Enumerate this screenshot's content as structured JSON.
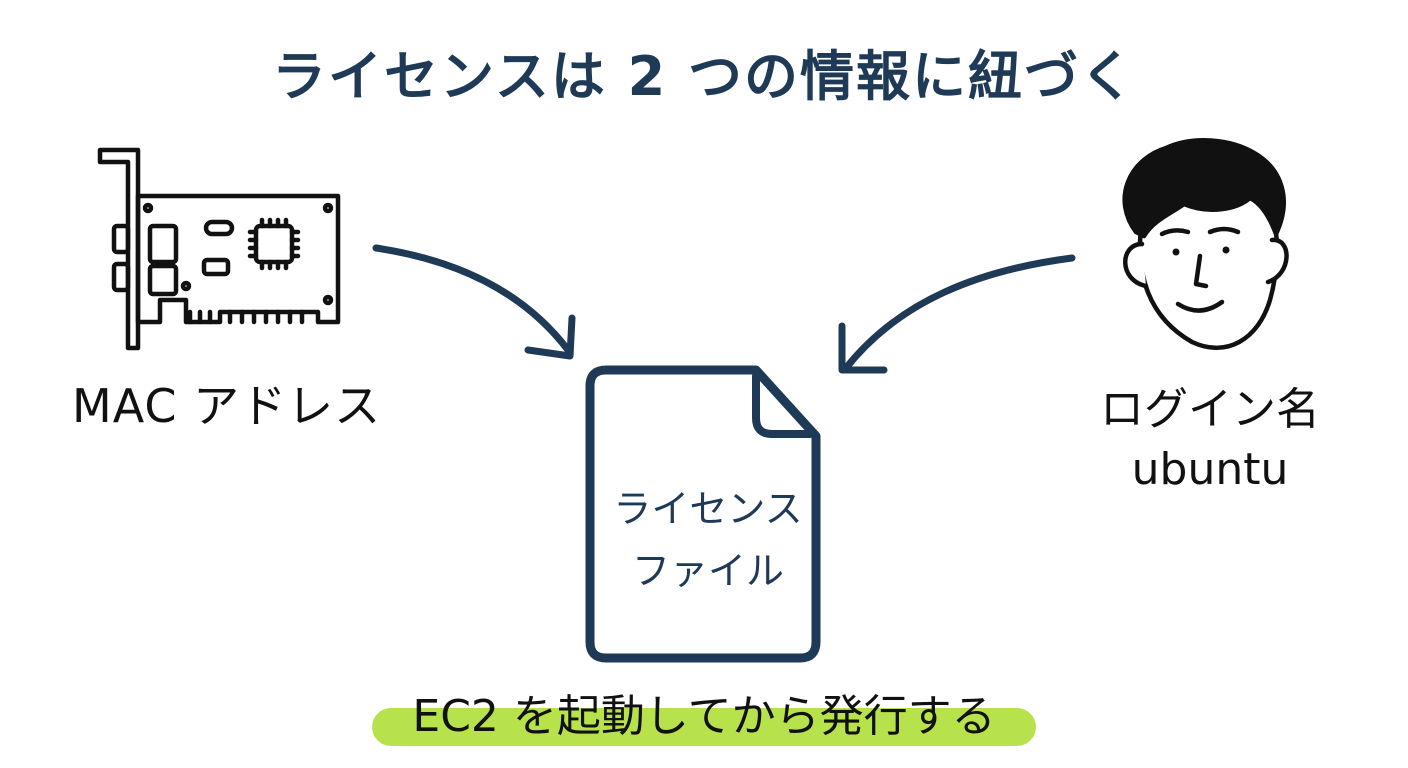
{
  "title": "ライセンスは 2 つの情報に紐づく",
  "left_item": {
    "label": "MAC アドレス",
    "icon": "network-card-icon"
  },
  "right_item": {
    "label_line1": "ログイン名",
    "label_line2": "ubuntu",
    "icon": "person-face-icon"
  },
  "center_item": {
    "label_line1": "ライセンス",
    "label_line2": "ファイル",
    "icon": "document-icon"
  },
  "footer_note": "EC2 を起動してから発行する",
  "colors": {
    "primary": "#1f3a56",
    "ink": "#111111",
    "highlight": "#b8e24b"
  }
}
